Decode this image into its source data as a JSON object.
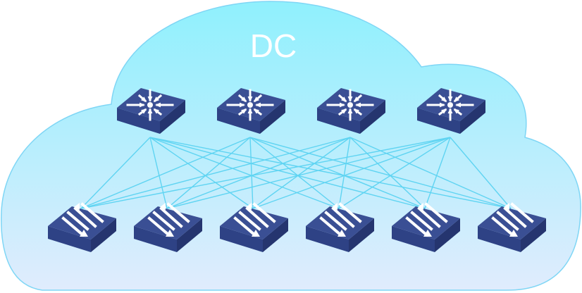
{
  "title": "DC",
  "colors": {
    "cloud_top": "#8feefc",
    "cloud_bottom": "#dcebfd",
    "cloud_stroke": "#7fd6f5",
    "link": "#5fd4f2",
    "device_top": "#3a4f94",
    "device_side": "#25356f",
    "device_front": "#2e4285"
  },
  "spines": [
    {
      "id": "spine-1",
      "icon": "router-icon"
    },
    {
      "id": "spine-2",
      "icon": "router-icon"
    },
    {
      "id": "spine-3",
      "icon": "router-icon"
    },
    {
      "id": "spine-4",
      "icon": "router-icon"
    }
  ],
  "leaves": [
    {
      "id": "leaf-1",
      "icon": "switch-icon"
    },
    {
      "id": "leaf-2",
      "icon": "switch-icon"
    },
    {
      "id": "leaf-3",
      "icon": "switch-icon"
    },
    {
      "id": "leaf-4",
      "icon": "switch-icon"
    },
    {
      "id": "leaf-5",
      "icon": "switch-icon"
    },
    {
      "id": "leaf-6",
      "icon": "switch-icon"
    }
  ],
  "topology": "full-mesh"
}
